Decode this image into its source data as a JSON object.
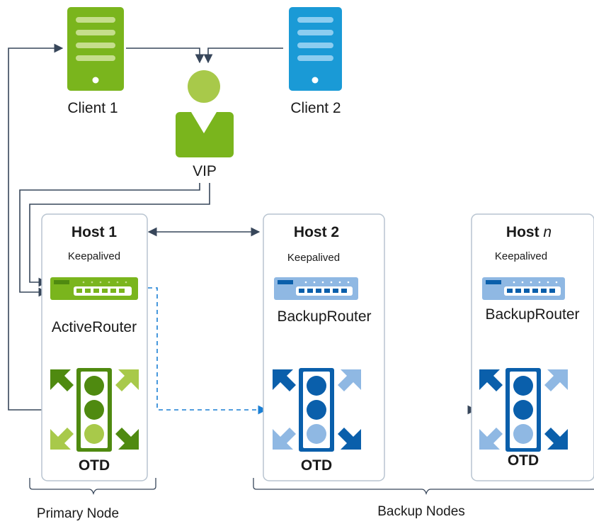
{
  "clients": [
    {
      "label": "Client 1",
      "color": "#7ab51d"
    },
    {
      "label": "Client 2",
      "color": "#1a9ad6"
    }
  ],
  "vip": {
    "label": "VIP",
    "color": "#7ab51d",
    "head_color": "#a8c94a"
  },
  "hosts": [
    {
      "title": "Host 1",
      "service": "Keepalived",
      "router": "ActiveRouter",
      "otd": "OTD",
      "state": "active"
    },
    {
      "title": "Host 2",
      "service": "Keepalived",
      "router": "BackupRouter",
      "otd": "OTD",
      "state": "backup"
    },
    {
      "title_prefix": "Host ",
      "title_suffix": "n",
      "service": "Keepalived",
      "router": "BackupRouter",
      "otd": "OTD",
      "state": "backup"
    }
  ],
  "groups": {
    "primary": "Primary Node",
    "backup": "Backup Nodes"
  },
  "colors": {
    "green_dark": "#4f8a10",
    "green": "#7ab51d",
    "green_light": "#a8c94a",
    "blue_dark": "#0a5fab",
    "blue": "#1a9ad6",
    "blue_light": "#8fb8e3",
    "line": "#37465a",
    "dashed": "#1a7fd4",
    "host_border": "#b8c4d0"
  }
}
